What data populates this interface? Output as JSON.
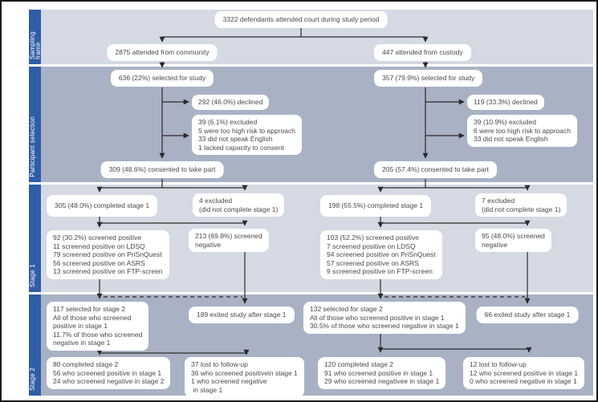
{
  "figure_type": "study-flow-diagram",
  "sections": [
    {
      "label": "Sampling frame"
    },
    {
      "label": "Participant selection"
    },
    {
      "label": "Stage 1"
    },
    {
      "label": "Stage 2"
    }
  ],
  "colors": {
    "band_light": "#d4d9e3",
    "band_dark": "#a9b2c4",
    "section_bar": "#2f5da6",
    "box_bg": "#ffffff",
    "box_text": "#4a4a4a",
    "line": "#2b2b2b",
    "frame_border": "#1a1a1a"
  },
  "boxes": {
    "total_defendants": {
      "lines": [
        "3322 defendants attended court during study period"
      ]
    },
    "attended_community": {
      "lines": [
        "2875 attended from community"
      ]
    },
    "attended_custody": {
      "lines": [
        "447 attended from custody"
      ]
    },
    "selected_community": {
      "lines": [
        "636 (22%) selected for study"
      ]
    },
    "selected_custody": {
      "lines": [
        "357 (79.9%) selected for study"
      ]
    },
    "declined_community": {
      "lines": [
        "292 (46.0%) declined"
      ]
    },
    "excluded_community": {
      "lines": [
        "39 (6.1%) excluded",
        "5 were too high risk to approach",
        "33 did not speak English",
        "1 lacked capacity to consent"
      ]
    },
    "consented_community": {
      "lines": [
        "309 (48.6%) consented to take part"
      ]
    },
    "declined_custody": {
      "lines": [
        "119 (33.3%) declined"
      ]
    },
    "excluded_custody": {
      "lines": [
        "39 (10.9%) excluded",
        "6 were too high risk to approach",
        "33 did not speak English"
      ]
    },
    "consented_custody": {
      "lines": [
        "205 (57.4%) consented to take part"
      ]
    },
    "completed_stage1_community": {
      "lines": [
        "305 (48.0%) completed stage 1"
      ]
    },
    "excluded_stage1_community": {
      "lines": [
        "4 excluded",
        "(did not complete stage 1)"
      ]
    },
    "completed_stage1_custody": {
      "lines": [
        "198 (55.5%) completed stage 1"
      ]
    },
    "excluded_stage1_custody": {
      "lines": [
        "7 excluded",
        "(did not complete stage 1)"
      ]
    },
    "screened_positive_community": {
      "lines": [
        "92 (30.2%) screened positive",
        "11 screened positive on LDSQ",
        "79 screened positive on PriSnQuest",
        "56 screened positive on ASRS",
        "13 screened positive on FTP-screen"
      ]
    },
    "screened_negative_community": {
      "lines": [
        "213 (69.8%) screened",
        "negative"
      ]
    },
    "screened_positive_custody": {
      "lines": [
        "103 (52.2%) screened positive",
        "7 screened positive on LDSQ",
        "94 screened positive on PriSnQuest",
        "57 screened positive on ASRS",
        "9 screened positive on FTP-screen"
      ]
    },
    "screened_negative_custody": {
      "lines": [
        "95 (48.0%) screened",
        "negative"
      ]
    },
    "stage2_selected_community": {
      "lines": [
        "117 selected for stage 2",
        "All of those who screened",
        "positive in stage 1",
        "11.7% of those who screened",
        "negative in stage 1"
      ]
    },
    "exited_community": {
      "lines": [
        "189 exited study after stage 1"
      ]
    },
    "stage2_selected_custody": {
      "lines": [
        "132 selected for stage 2",
        "All of those who screened positive in stage 1",
        "30.5% of those who screened negative in stage 1"
      ]
    },
    "exited_custody": {
      "lines": [
        "66 exited study after stage 1"
      ]
    },
    "stage2_completed_community": {
      "lines": [
        "80 completed stage 2",
        "56 who screened positive in stage 1",
        "24 who screened negative in stage 2"
      ]
    },
    "lost_followup_community": {
      "lines": [
        "37 lost to follow-up",
        "36 who screened positivein stage 1",
        "1 who screened negative",
        " in stage 1"
      ]
    },
    "stage2_completed_custody": {
      "lines": [
        "120 completed stage 2",
        "91 who screened positive in stage 1",
        "29 who screened negativee in stage 1"
      ]
    },
    "lost_followup_custody": {
      "lines": [
        "12 lost to follow-up",
        "12 who screened positive in stage 1",
        "0 who screened negative in stage 1"
      ]
    }
  }
}
